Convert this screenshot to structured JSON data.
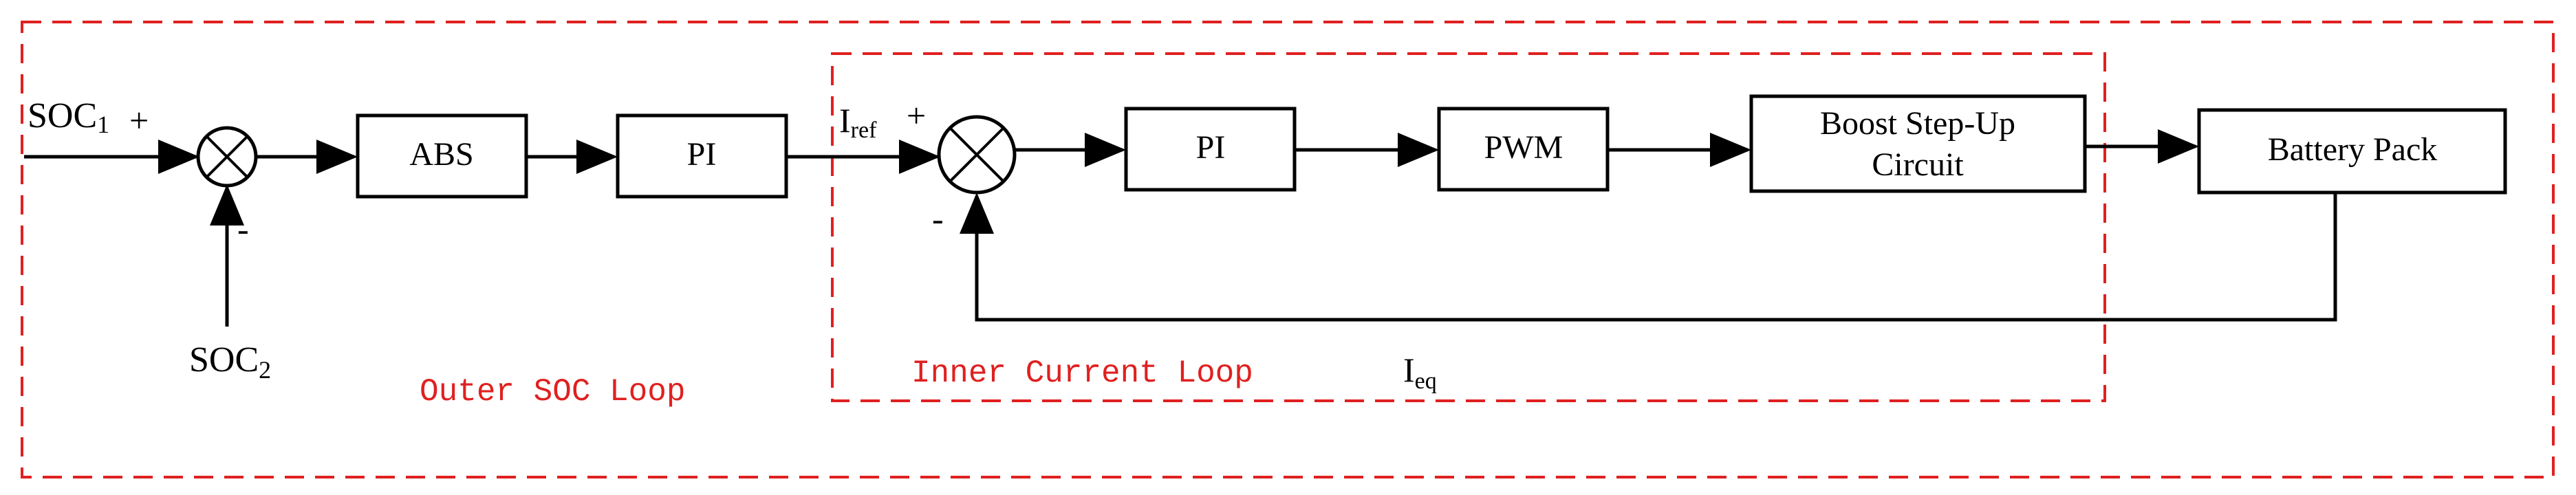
{
  "colors": {
    "stroke": "#000000",
    "loop_border": "#e02020",
    "loop_label": "#e02020"
  },
  "inputs": {
    "soc1": {
      "base": "SOC",
      "sub": "1"
    },
    "soc2": {
      "base": "SOC",
      "sub": "2"
    }
  },
  "signs": {
    "outer_plus": "+",
    "outer_minus": "-",
    "inner_plus": "+",
    "inner_minus": "-"
  },
  "signals": {
    "iref": {
      "base": "I",
      "sub": "ref"
    },
    "ieq": {
      "base": "I",
      "sub": "eq"
    }
  },
  "blocks": {
    "abs": "ABS",
    "pi_outer": "PI",
    "pi_inner": "PI",
    "pwm": "PWM",
    "boost_line1": "Boost Step-Up",
    "boost_line2": "Circuit",
    "battery": "Battery Pack"
  },
  "loops": {
    "outer_label": "Outer SOC Loop",
    "inner_label": "Inner Current Loop"
  }
}
